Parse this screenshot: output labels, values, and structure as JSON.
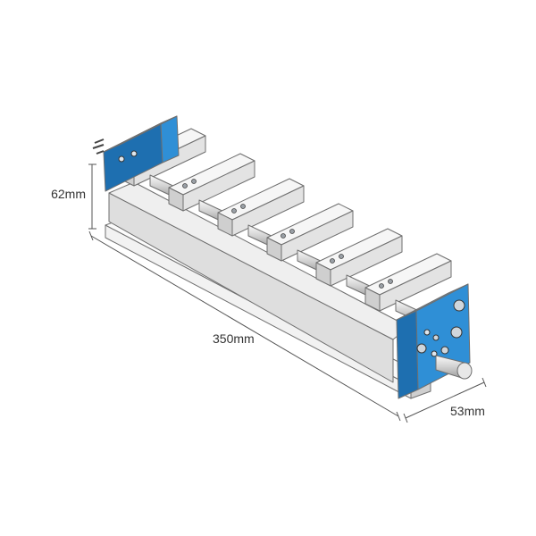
{
  "dimensions": {
    "height": "62mm",
    "length": "350mm",
    "width": "53mm"
  },
  "colors": {
    "background": "#ffffff",
    "end_plate": "#2f8fd6",
    "end_plate_dark": "#1e6fb0",
    "body_light": "#f4f4f4",
    "body_mid": "#dcdcdc",
    "body_dark": "#bdbdbd",
    "edge": "#6f6f6f",
    "dimension_line": "#555555"
  },
  "part": {
    "name_icon": "multi-station-vise-icon",
    "jaw_count": 6
  }
}
